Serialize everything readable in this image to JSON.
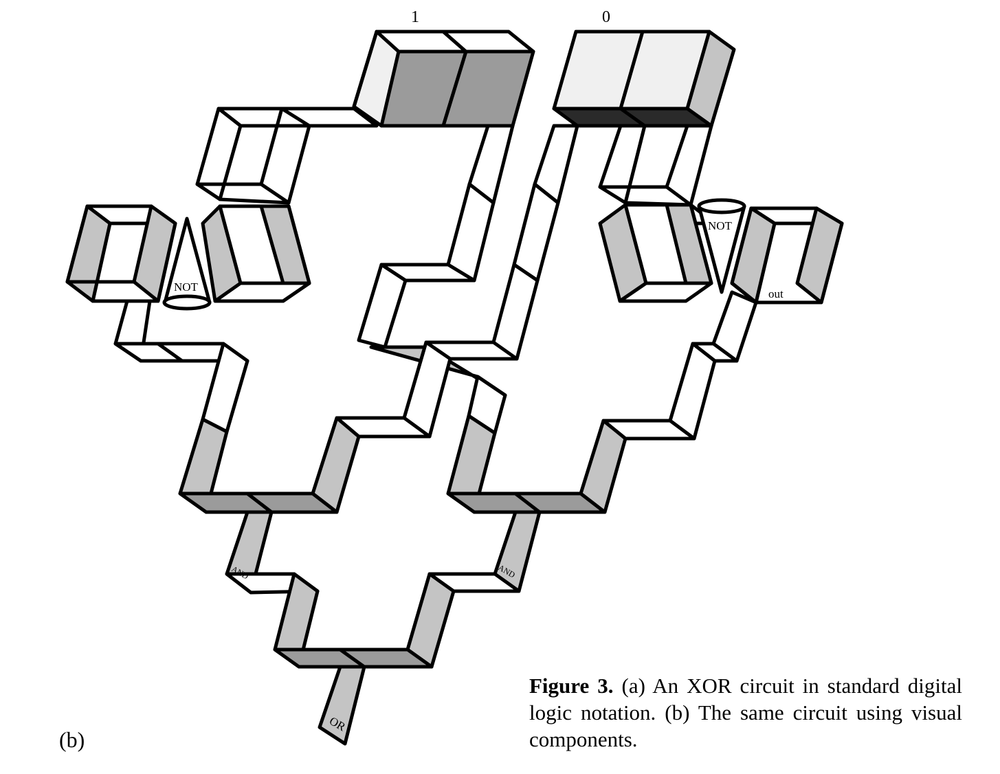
{
  "inputs": [
    {
      "label": "1"
    },
    {
      "label": "0"
    }
  ],
  "gates": {
    "not_left": "NOT",
    "not_right": "NOT",
    "and_left": "AND",
    "and_right": "AND",
    "or": "OR",
    "out": "out"
  },
  "caption": {
    "lead": "Figure 3.",
    "text": "(a) An XOR circuit in standard digital logic notation. (b) The same circuit using visual components."
  },
  "sublabel": "(b)"
}
